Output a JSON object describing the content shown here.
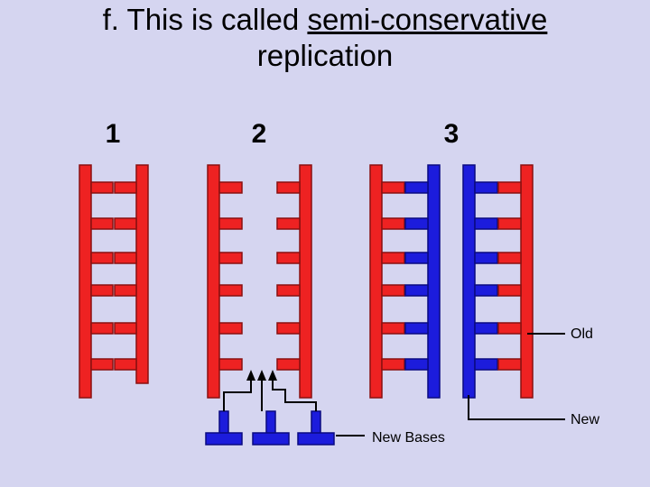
{
  "title": {
    "prefix": "f. This is called ",
    "emphasis": "semi-conservative",
    "line2": "replication"
  },
  "diagram": {
    "stages": [
      "1",
      "2",
      "3"
    ],
    "labels": {
      "old": "Old",
      "new": "New",
      "new_bases": "New Bases"
    },
    "rungs_per_ladder": 6,
    "colors": {
      "old_strand": "#ee2222",
      "new_strand": "#1c1cdc",
      "outline": "#8a1010",
      "new_outline": "#0a0a80",
      "line": "#000000"
    }
  }
}
